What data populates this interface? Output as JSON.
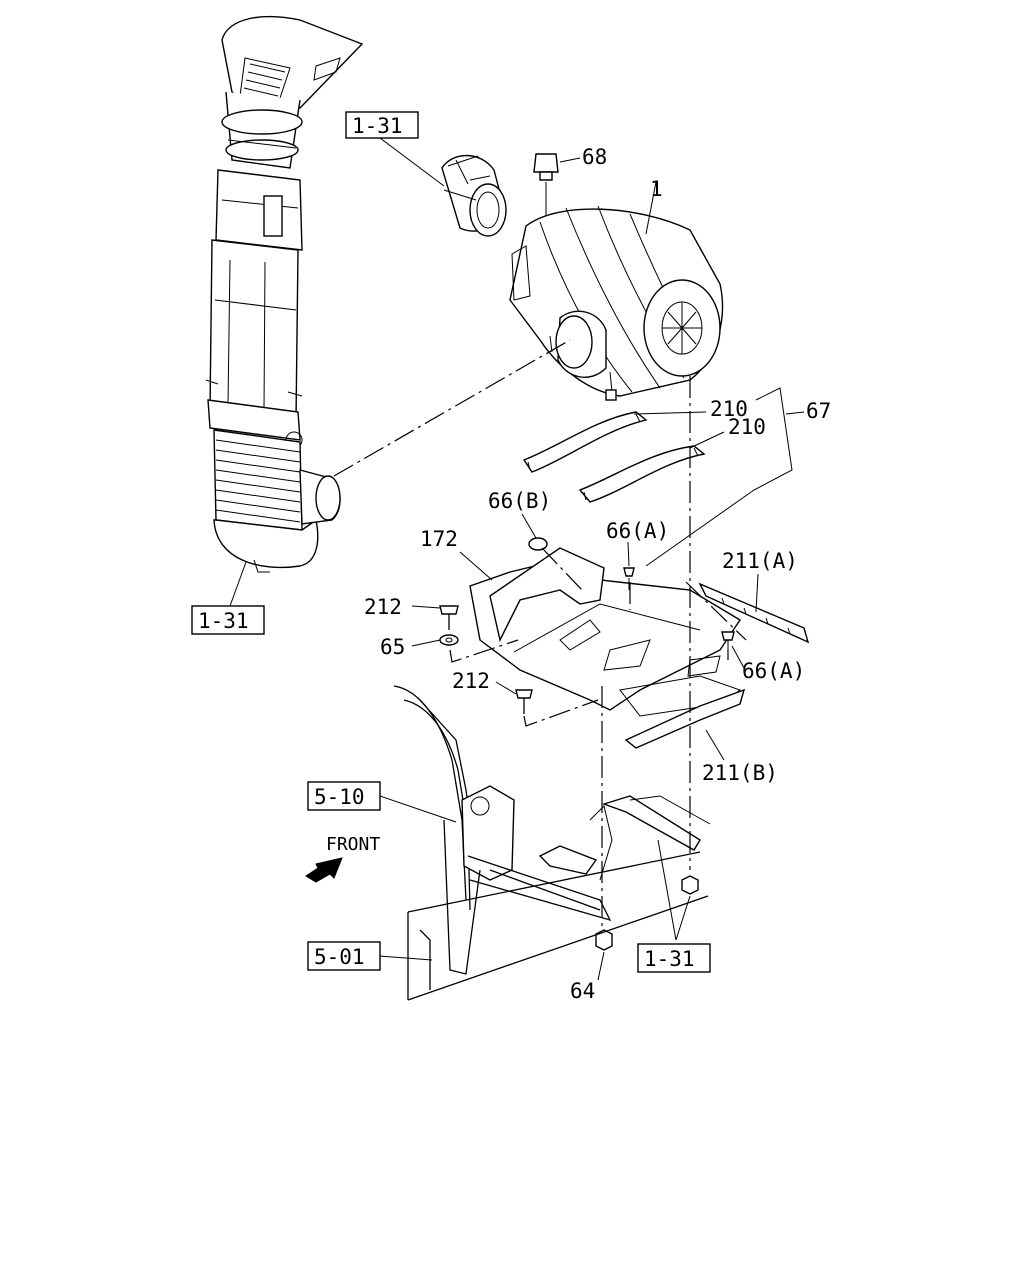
{
  "callouts": {
    "ref_1_31_top": "1-31",
    "ref_1_31_left": "1-31",
    "ref_1_31_bottom": "1-31",
    "ref_5_10": "5-10",
    "ref_5_01": "5-01",
    "part_68": "68",
    "part_1": "1",
    "part_210_a": "210",
    "part_210_b": "210",
    "part_67": "67",
    "part_66b": "66(B)",
    "part_66a_top": "66(A)",
    "part_66a_right": "66(A)",
    "part_172": "172",
    "part_211a": "211(A)",
    "part_211b": "211(B)",
    "part_212_top": "212",
    "part_212_bottom": "212",
    "part_65": "65",
    "part_64": "64",
    "front_label": "FRONT"
  }
}
